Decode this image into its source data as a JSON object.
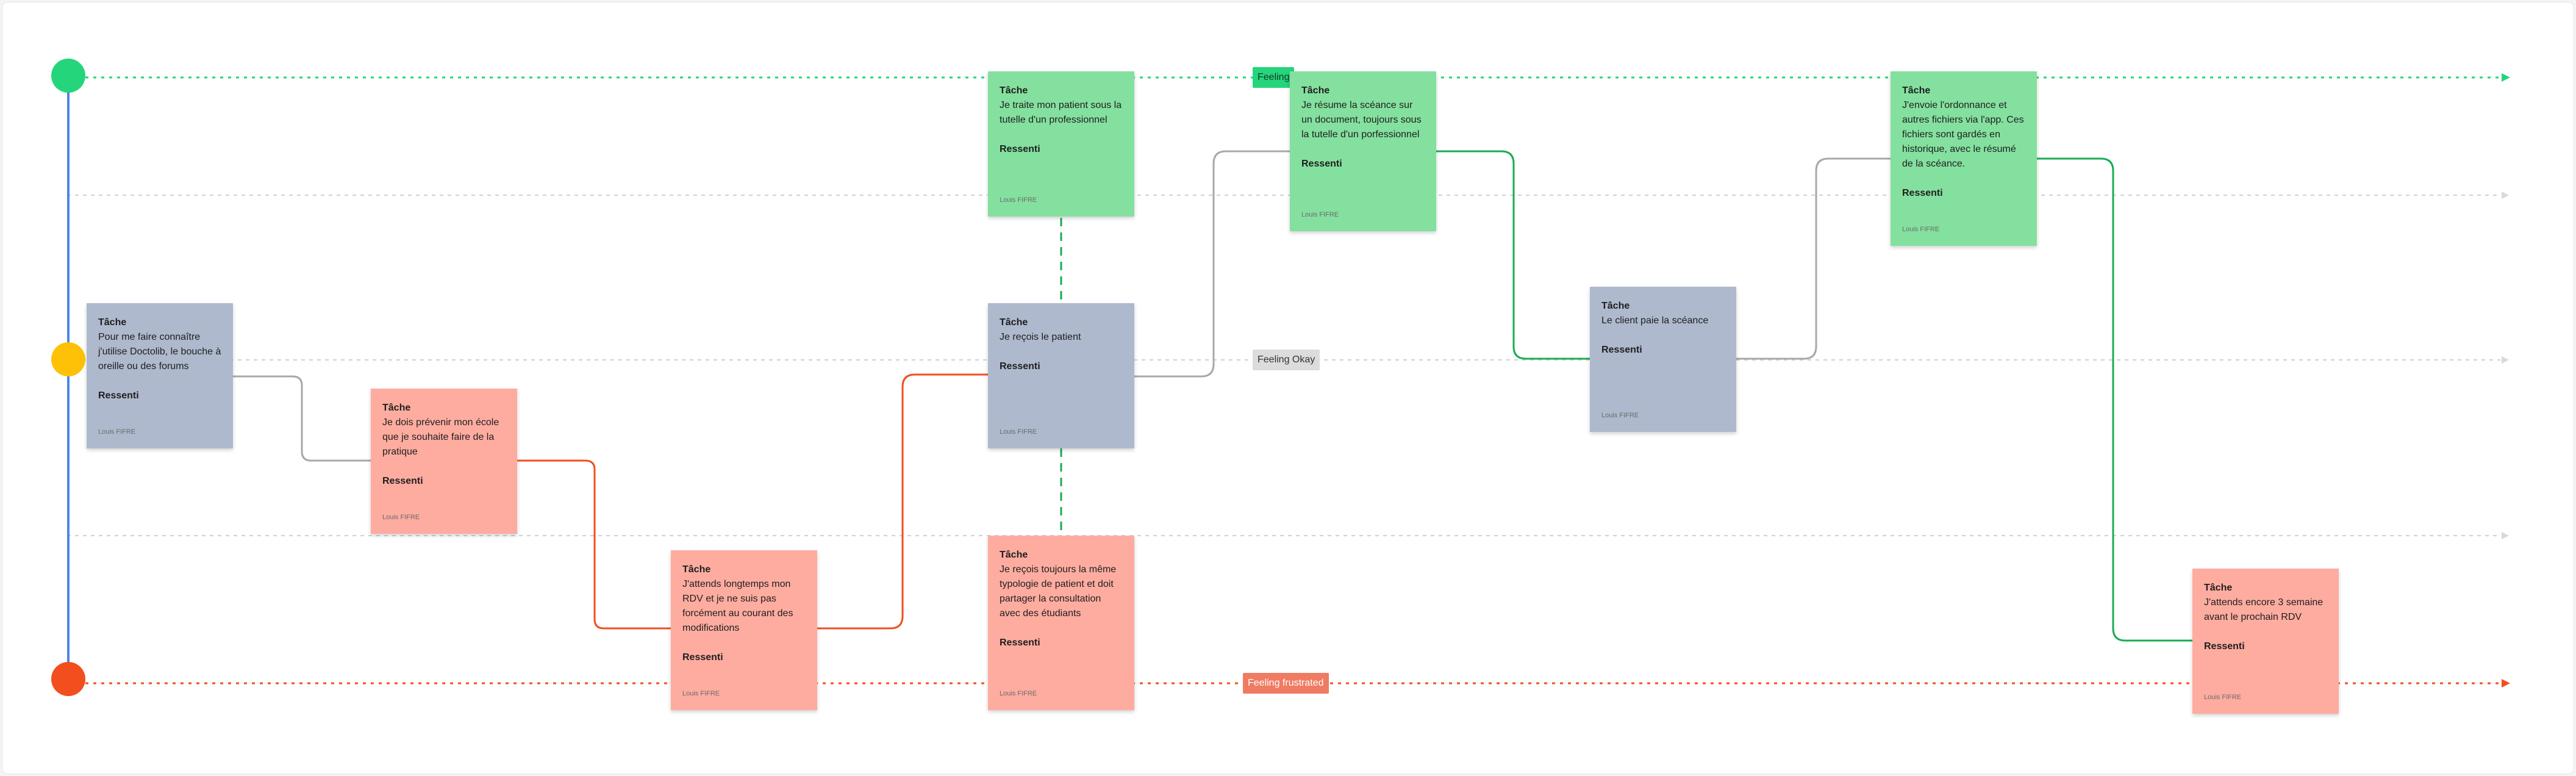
{
  "colors": {
    "good": "#25d57c",
    "okay": "#ffc106",
    "frustrated": "#f24e1e",
    "axis": "#4a86e8",
    "note_neutral": "#aeb9cd",
    "note_bad": "#feaca0",
    "note_good": "#84e09f"
  },
  "lanes": {
    "good_label": "Feeling",
    "okay_label": "Feeling Okay",
    "frustrated_label": "Feeling frustrated"
  },
  "notes": [
    {
      "id": "n1",
      "mood": "neutral",
      "task_label": "Tâche",
      "text": "Pour me faire connaître j'utilise Doctolib, le bouche à oreille ou des forums",
      "feeling_label": "Ressenti",
      "author": "Louis FIFRE"
    },
    {
      "id": "n2",
      "mood": "bad",
      "task_label": "Tâche",
      "text": "Je dois prévenir mon école que je souhaite faire de la pratique",
      "feeling_label": "Ressenti",
      "author": "Louis FIFRE"
    },
    {
      "id": "n3",
      "mood": "bad",
      "task_label": "Tâche",
      "text": "J'attends longtemps mon RDV et je ne suis pas forcément au courant des modifications",
      "feeling_label": "Ressenti",
      "author": "Louis FIFRE"
    },
    {
      "id": "n4",
      "mood": "neutral",
      "task_label": "Tâche",
      "text": "Je reçois le patient",
      "feeling_label": "Ressenti",
      "author": "Louis FIFRE"
    },
    {
      "id": "n5",
      "mood": "good",
      "task_label": "Tâche",
      "text": "Je traite mon patient sous la tutelle d'un professionnel",
      "feeling_label": "Ressenti",
      "author": "Louis FIFRE"
    },
    {
      "id": "n6",
      "mood": "bad",
      "task_label": "Tâche",
      "text": "Je reçois toujours la même typologie de patient et doit partager la consultation avec des étudiants",
      "feeling_label": "Ressenti",
      "author": "Louis FIFRE"
    },
    {
      "id": "n7",
      "mood": "good",
      "task_label": "Tâche",
      "text": "Je résume la scéance sur un document, toujours sous la tutelle d'un porfessionnel",
      "feeling_label": "Ressenti",
      "author": "Louis FIFRE"
    },
    {
      "id": "n8",
      "mood": "neutral",
      "task_label": "Tâche",
      "text": "Le client paie la scéance",
      "feeling_label": "Ressenti",
      "author": "Louis FIFRE"
    },
    {
      "id": "n9",
      "mood": "good",
      "task_label": "Tâche",
      "text": "J'envoie l'ordonnance et autres fichiers via l'app. Ces fichiers sont gardés en historique, avec le résumé de la scéance.",
      "feeling_label": "Ressenti",
      "author": "Louis FIFRE"
    },
    {
      "id": "n10",
      "mood": "bad",
      "task_label": "Tâche",
      "text": "J'attends encore 3 semaine avant le prochain RDV",
      "feeling_label": "Ressenti",
      "author": "Louis FIFRE"
    }
  ]
}
